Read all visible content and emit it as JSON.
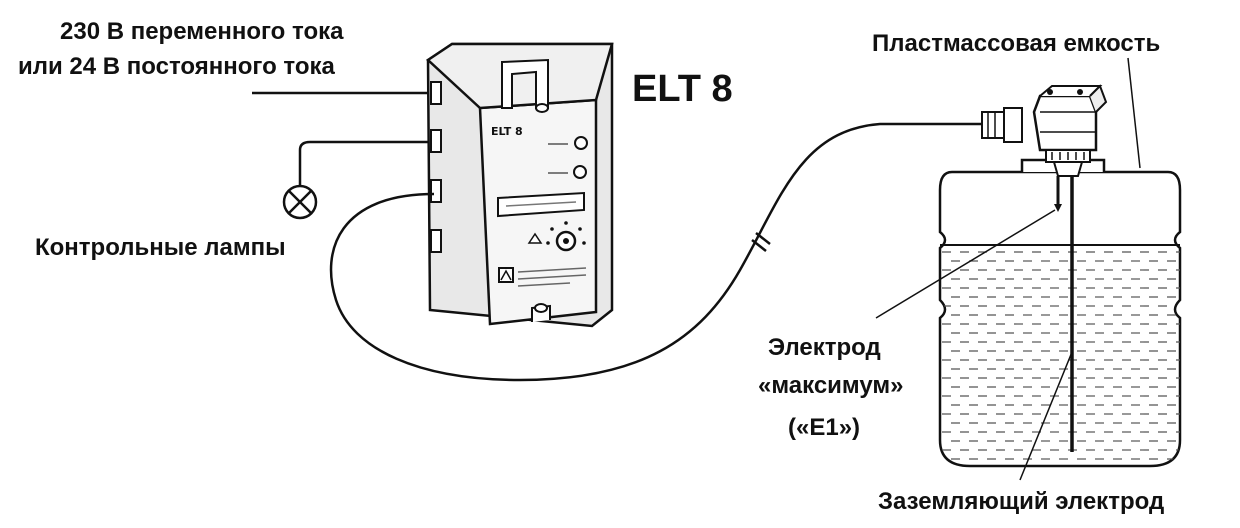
{
  "labels": {
    "power_line1": "230 В переменного тока",
    "power_line2": "или  24 В постоянного тока",
    "device_title": "ELT 8",
    "device_panel_label": "ELT 8",
    "lamps": "Контрольные лампы",
    "container": "Пластмассовая емкость",
    "electrode_max_line1": "Электрод",
    "electrode_max_line2": "«максимум»",
    "electrode_max_line3": "(«E1»)",
    "ground_electrode": "Заземляющий электрод"
  },
  "colors": {
    "line": "#111111",
    "background": "#ffffff",
    "device_fill": "#f2f2f2",
    "liquid_hatch": "#555555"
  },
  "icons": {
    "lamp": "lamp-cross-icon",
    "connector": "cable-gland-icon"
  }
}
